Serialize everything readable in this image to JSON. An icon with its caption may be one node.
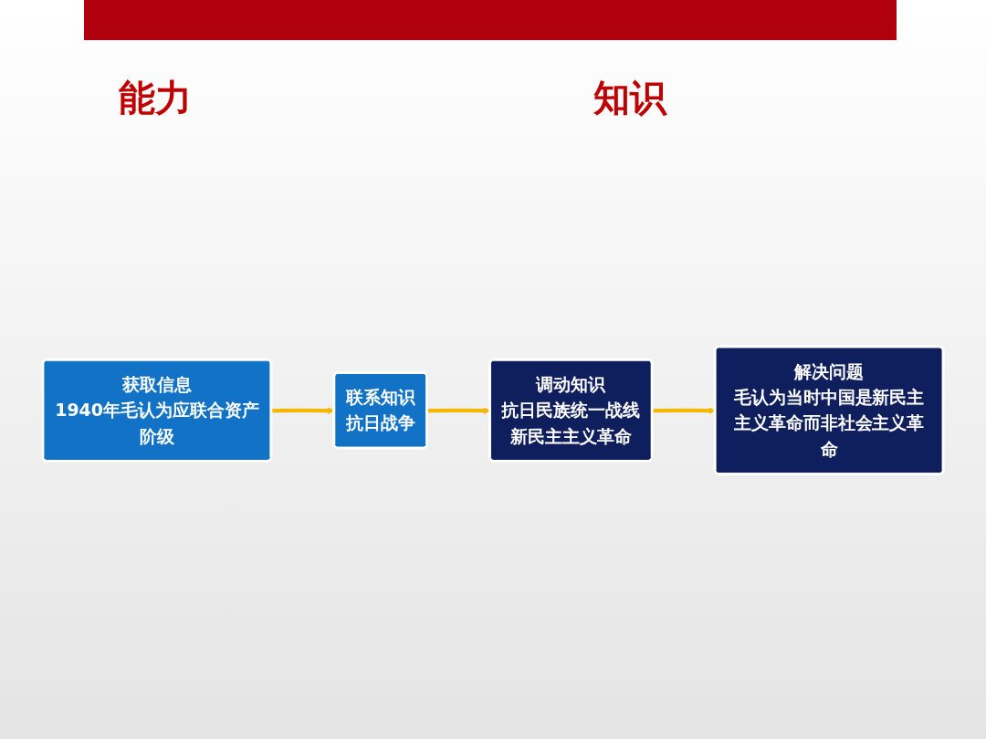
{
  "diagram": {
    "nodes": [
      {
        "text": [
          "获取信息",
          "1940年毛认为应联合资产阶级"
        ]
      },
      {
        "text": [
          "联系知识",
          "抗日战争"
        ]
      },
      {
        "text": [
          "调动知识",
          "抗日民族统一战线",
          "新民主主义革命"
        ]
      },
      {
        "text": [
          "解决问题",
          "毛认为当时中国是新民主主义革命而非社会主义革命"
        ]
      }
    ],
    "edges": [
      {
        "from": 0,
        "to": 1,
        "arrow": "to"
      },
      {
        "from": 1,
        "to": 2,
        "arrow": "to"
      },
      {
        "from": 2,
        "to": 3,
        "arrow": "to"
      }
    ],
    "labels": [
      "能力",
      "知识"
    ]
  }
}
